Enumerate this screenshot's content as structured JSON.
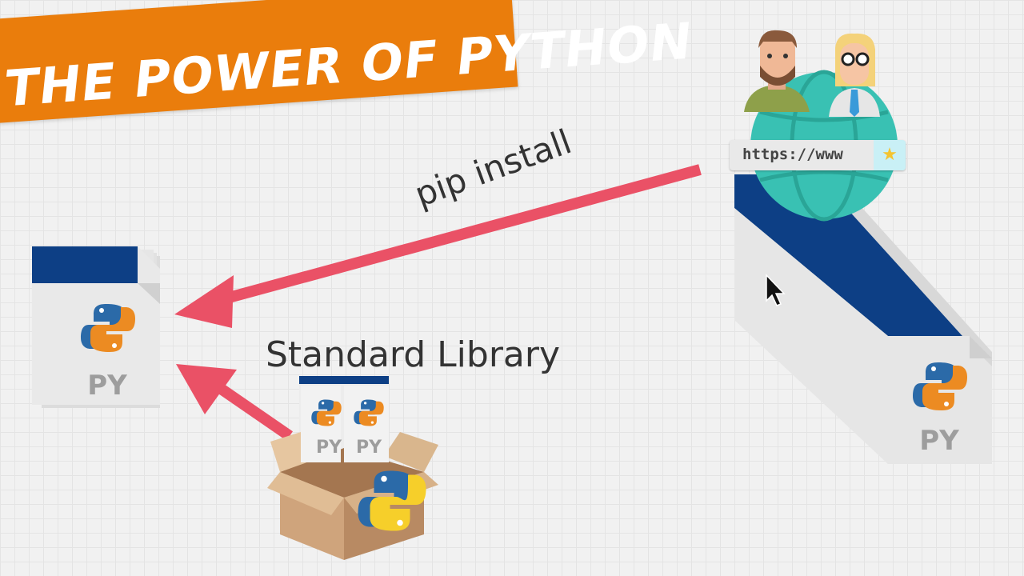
{
  "banner": {
    "title": "THE POWER OF PYTHON"
  },
  "labels": {
    "pip_install": "pip install",
    "standard_library": "Standard Library",
    "url": "https://www",
    "py_main": "PY",
    "py_stack": "PY",
    "py_box_left": "PY",
    "py_box_right": "PY"
  },
  "colors": {
    "banner": "#ea7d0c",
    "arrow": "#ea5166",
    "file_header": "#0d3f85",
    "python_blue": "#2b6aa8",
    "python_orange": "#ec8b22",
    "python_yellow": "#f6cf2a",
    "globe": "#39c1b3"
  },
  "icons": [
    "python-logo-icon",
    "globe-icon",
    "star-icon",
    "mouse-cursor-icon",
    "cardboard-box-icon",
    "person-avatar-icon"
  ]
}
